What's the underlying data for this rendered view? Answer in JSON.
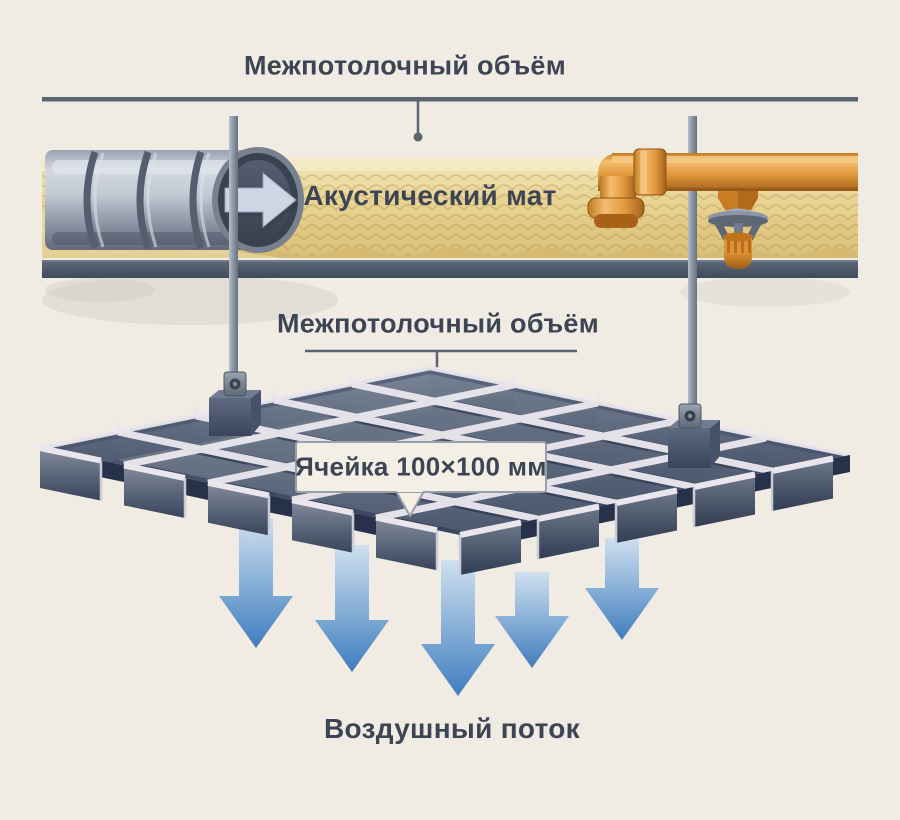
{
  "labels": {
    "plenum_top": "Межпотолочный объём",
    "acoustic_mat": "Акустический мат",
    "plenum_mid": "Межпотолочный объём",
    "cell_callout": "Ячейка 100×100 мм",
    "airflow": "Воздушный поток"
  },
  "diagram": {
    "cell_size_mm": "100×100",
    "airflow_arrow_count": 5,
    "hanger_rod_count": 2,
    "components": [
      "ceiling-rule-line",
      "corrugated-duct",
      "duct-airflow-arrow-icon",
      "acoustic-mat-layer",
      "sprinkler-pipe",
      "sprinkler-head",
      "hanger-rods",
      "hanger-brackets",
      "open-cell-grid",
      "cell-callout-box",
      "airflow-arrows"
    ]
  },
  "colors": {
    "background": "#f1ece3",
    "ink": "#3d4454",
    "leader": "#5a6473",
    "grid_slate_dark": "#3a455b",
    "grid_slate_light": "#7a8596",
    "grid_line_white": "#e9e7ec",
    "mat_yellow": "#e8d391",
    "mat_yellow_light": "#f6ecc8",
    "bar_slate": "#4e5867",
    "pipe_orange": "#e0953a",
    "pipe_orange_dark": "#a3611a",
    "duct_metal": "#b9c0cb",
    "airflow_blue_top": "#cfe0f0",
    "airflow_blue_bottom": "#3f7dbf",
    "callout_bg": "#f4efe4",
    "callout_border": "#98a0ac"
  }
}
